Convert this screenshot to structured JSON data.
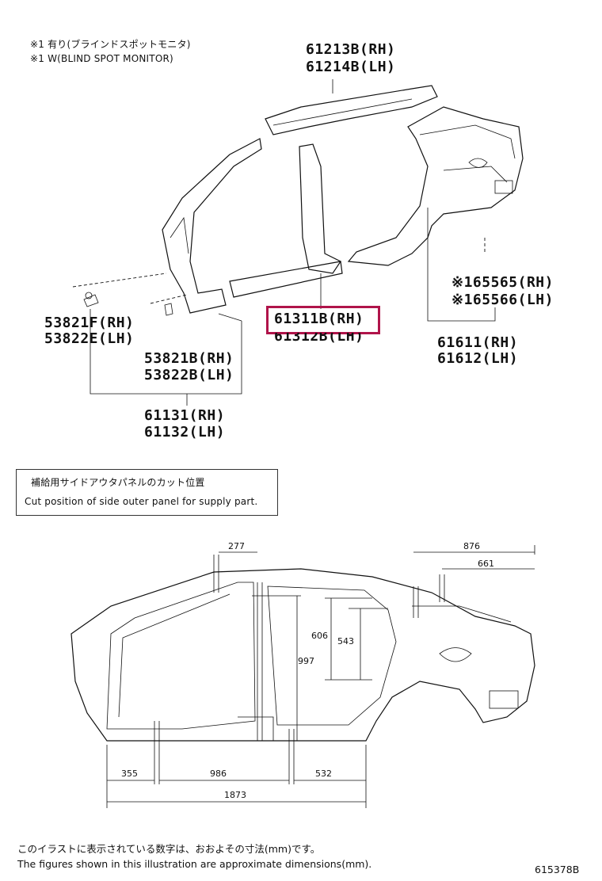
{
  "notes": {
    "line1": "※1 有り(ブラインドスポットモニタ)",
    "line2": "※1 W(BLIND SPOT MONITOR)"
  },
  "parts": {
    "roof_rail_rh": "61213B(RH)",
    "roof_rail_lh": "61214B(LH)",
    "sill_rh": "61311B(RH)",
    "sill_lh": "61312B(LH)",
    "bsm_rh": "※165565(RH)",
    "bsm_lh": "※165566(LH)",
    "quarter_rh": "61611(RH)",
    "quarter_lh": "61612(LH)",
    "bracket_f_rh": "53821F(RH)",
    "bracket_e_lh": "53822E(LH)",
    "bracket_b_rh": "53821B(RH)",
    "bracket_b_lh": "53822B(LH)",
    "side_panel_rh": "61131(RH)",
    "side_panel_lh": "61132(LH)"
  },
  "highlight_color": "#b0144a",
  "cut_box": {
    "title_ja": "補給用サイドアウタパネルのカット位置",
    "title_en": "Cut position of side outer panel for supply part."
  },
  "dimensions": {
    "d277": "277",
    "d876": "876",
    "d661": "661",
    "d606": "606",
    "d543": "543",
    "d997": "997",
    "d355": "355",
    "d986": "986",
    "d532": "532",
    "d1873": "1873"
  },
  "footer": {
    "ja": "このイラストに表示されている数字は、おおよその寸法(mm)です。",
    "en": "The figures shown in this illustration are approximate dimensions(mm).",
    "code": "615378B"
  }
}
